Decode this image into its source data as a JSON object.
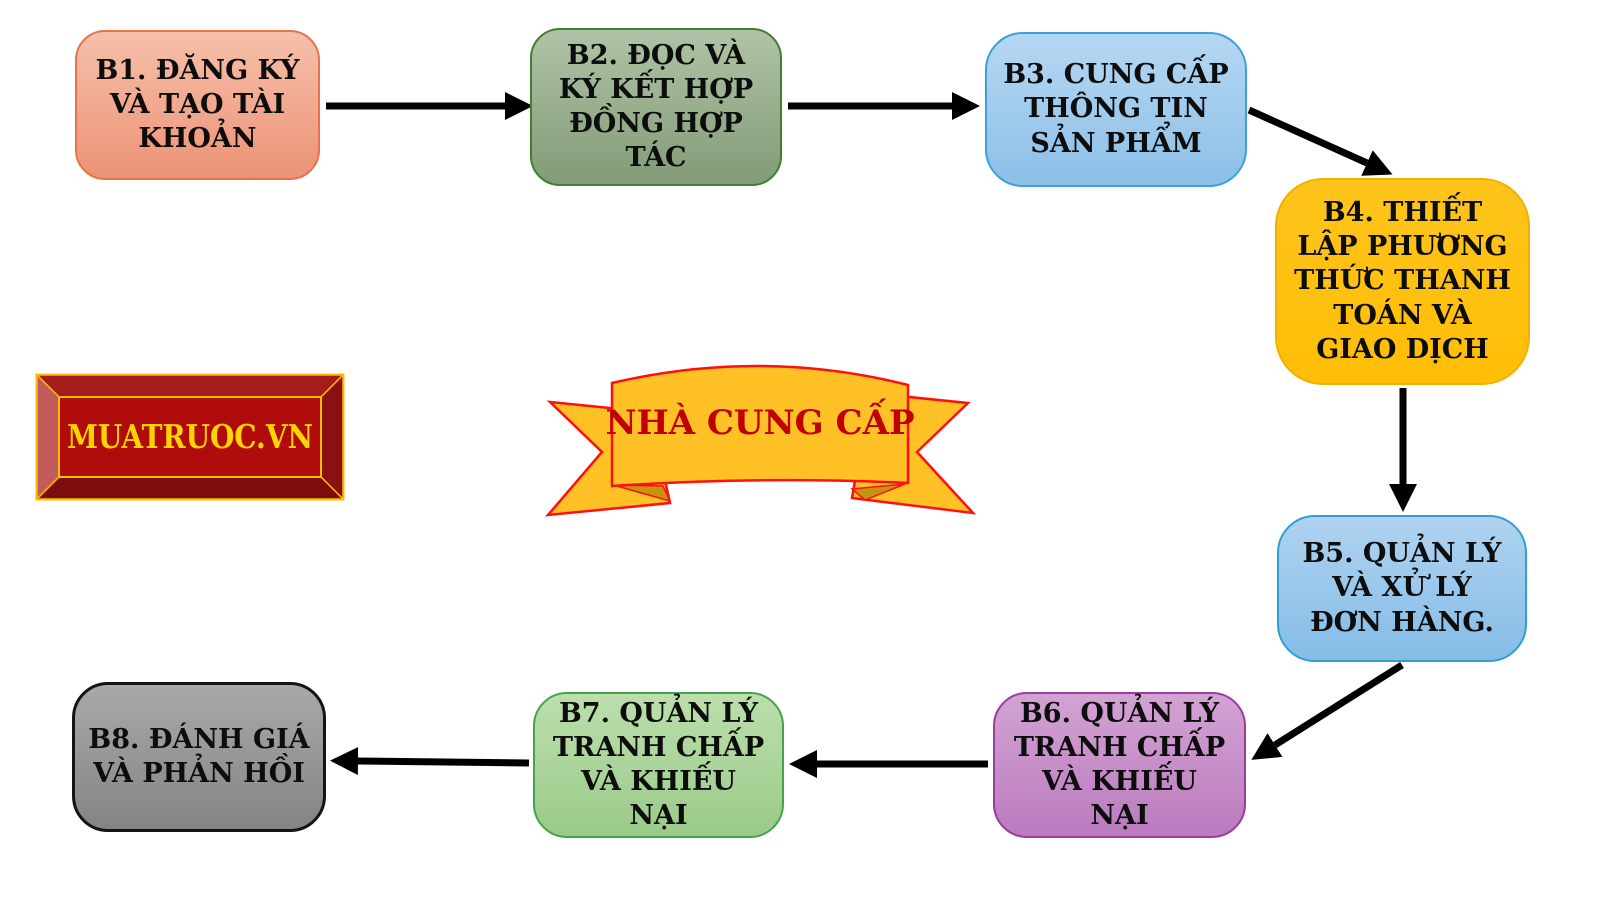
{
  "canvas": {
    "background": "#FFFFFF"
  },
  "logo": {
    "text": "MUATRUOC.VN",
    "panel_color": "#B00C0C",
    "text_color": "#FFD400",
    "frame_color": "#FFC000",
    "bevel": {
      "top": "#A51C1C",
      "left": "#C25B5B",
      "right": "#8A1111",
      "bottom": "#7E0E0E"
    }
  },
  "banner": {
    "text": "NHÀ CUNG CẤP",
    "fill": "#FFC125",
    "outline": "#FF0F0F",
    "text_color": "#C00000",
    "fold_color": "#C49510"
  },
  "steps": [
    {
      "id": "B1",
      "label": "B1. ĐĂNG KÝ\nVÀ TẠO TÀI\nKHOẢN",
      "fill_top": "#F6C0AA",
      "fill_bottom": "#EC9376",
      "border": "#E8724C"
    },
    {
      "id": "B2",
      "label": "B2. ĐỌC VÀ\nKÝ KẾT HỢP\nĐỒNG HỢP\nTÁC",
      "fill_top": "#B0C3A6",
      "fill_bottom": "#829C77",
      "border": "#41802F"
    },
    {
      "id": "B3",
      "label": "B3. CUNG CẤP\nTHÔNG TIN\nSẢN PHẨM",
      "fill_top": "#B6D7F2",
      "fill_bottom": "#8CC0E8",
      "border": "#3AA2DA"
    },
    {
      "id": "B4",
      "label": "B4. THIẾT\nLẬP PHƯƠNG\nTHỨC THANH\nTOÁN VÀ\nGIAO DỊCH",
      "fill_top": "#FFC41C",
      "fill_bottom": "#FFBE06",
      "border": "#F2B000"
    },
    {
      "id": "B5",
      "label": "B5. QUẢN LÝ\nVÀ XỬ LÝ\nĐƠN HÀNG.",
      "fill_top": "#AFD3F0",
      "fill_bottom": "#85BCE6",
      "border": "#2F9FD6"
    },
    {
      "id": "B6",
      "label": "B6. QUẢN LÝ\nTRANH CHẤP\nVÀ KHIẾU\nNẠI",
      "fill_top": "#D2A3D3",
      "fill_bottom": "#BB7BBE",
      "border": "#9B3C9F"
    },
    {
      "id": "B7",
      "label": "B7. QUẢN LÝ\nTRANH CHẤP\nVÀ KHIẾU\nNẠI",
      "fill_top": "#BCDFAC",
      "fill_bottom": "#9BCA89",
      "border": "#47A34B"
    },
    {
      "id": "B8",
      "label": "B8. ĐÁNH GIÁ\nVÀ PHẢN HỒI",
      "fill_top": "#A9A9A9",
      "fill_bottom": "#848484",
      "border": "#141414"
    }
  ],
  "arrows": [
    {
      "from": "B1",
      "to": "B2"
    },
    {
      "from": "B2",
      "to": "B3"
    },
    {
      "from": "B3",
      "to": "B4"
    },
    {
      "from": "B4",
      "to": "B5"
    },
    {
      "from": "B5",
      "to": "B6"
    },
    {
      "from": "B6",
      "to": "B7"
    },
    {
      "from": "B7",
      "to": "B8"
    }
  ],
  "arrow_color": "#000000"
}
